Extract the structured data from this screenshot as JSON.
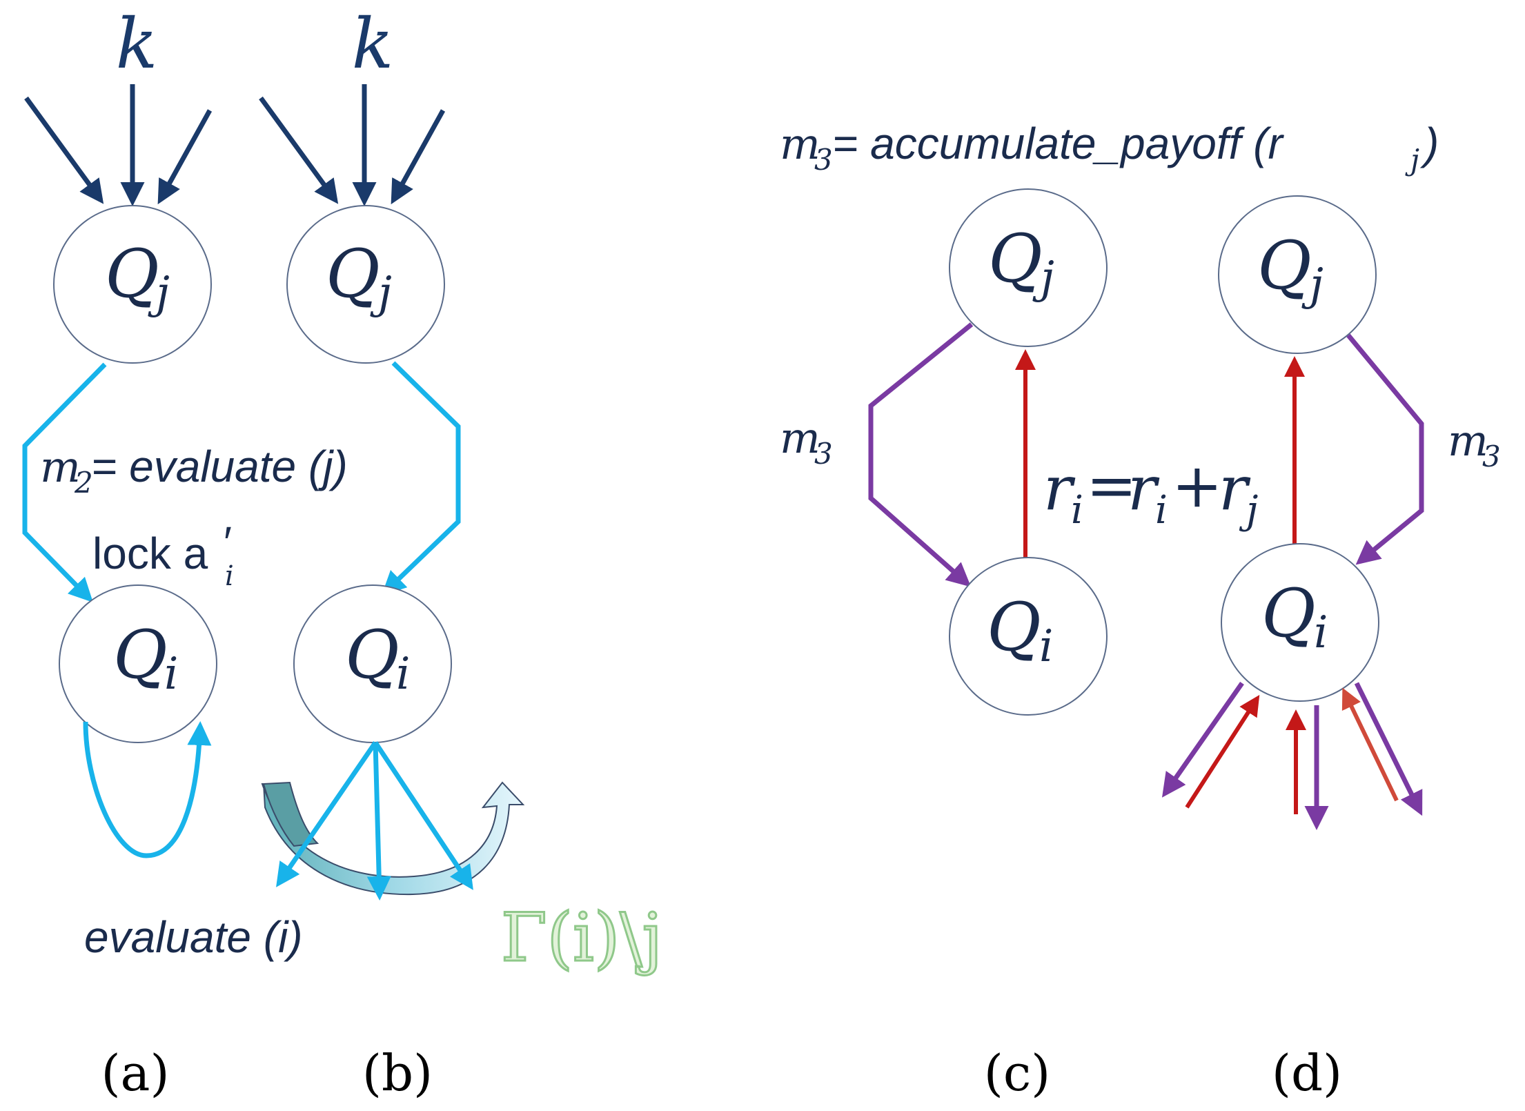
{
  "colors": {
    "navy": "#1a3a6a",
    "cyan": "#18b3ea",
    "purple": "#7a3aa2",
    "red": "#c41818",
    "green": "#8fc88a"
  },
  "nodes": {
    "q_symbol": "Q",
    "j": "j",
    "i": "i"
  },
  "k_label": "k",
  "panel_ab": {
    "m2_m": "m",
    "m2_sub": "2",
    "m2_rest": " = evaluate (j)",
    "lock": "lock a",
    "lock_prime": "′",
    "lock_sub": "i",
    "evaluate_i": "evaluate (i)",
    "gamma_label": "Γ(i)\\j"
  },
  "panel_cd": {
    "m3_m": "m",
    "m3_sub": "3",
    "m3_rest": " = accumulate_payoff (r",
    "m3_rsub": "j",
    "m3_close": ")",
    "edge_m": "m",
    "edge_sub": "3",
    "update_r": "r",
    "update_i": "i",
    "update_eq": "=",
    "update_plus": "+",
    "update_j": "j"
  },
  "panels": [
    "(a)",
    "(b)",
    "(c)",
    "(d)"
  ]
}
